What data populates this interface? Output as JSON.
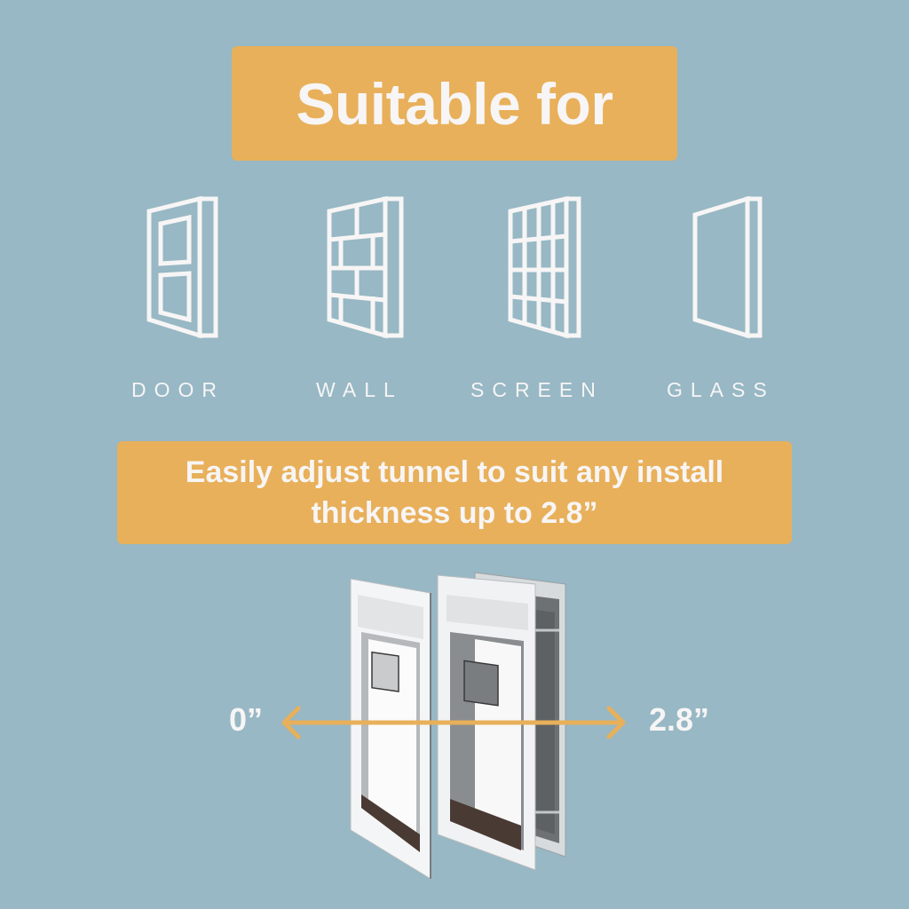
{
  "header": {
    "title": "Suitable for"
  },
  "categories": [
    {
      "label": "DOOR",
      "icon": "door-icon"
    },
    {
      "label": "WALL",
      "icon": "wall-icon"
    },
    {
      "label": "SCREEN",
      "icon": "screen-icon"
    },
    {
      "label": "GLASS",
      "icon": "glass-icon"
    }
  ],
  "feature": {
    "line1": "Easily adjust tunnel to suit any install",
    "line2": "thickness up to 2.8”"
  },
  "dimension": {
    "min_label": "0”",
    "max_label": "2.8”"
  },
  "colors": {
    "background": "#97b8c4",
    "accent": "#e8b05a",
    "text": "#f7f5f5"
  }
}
